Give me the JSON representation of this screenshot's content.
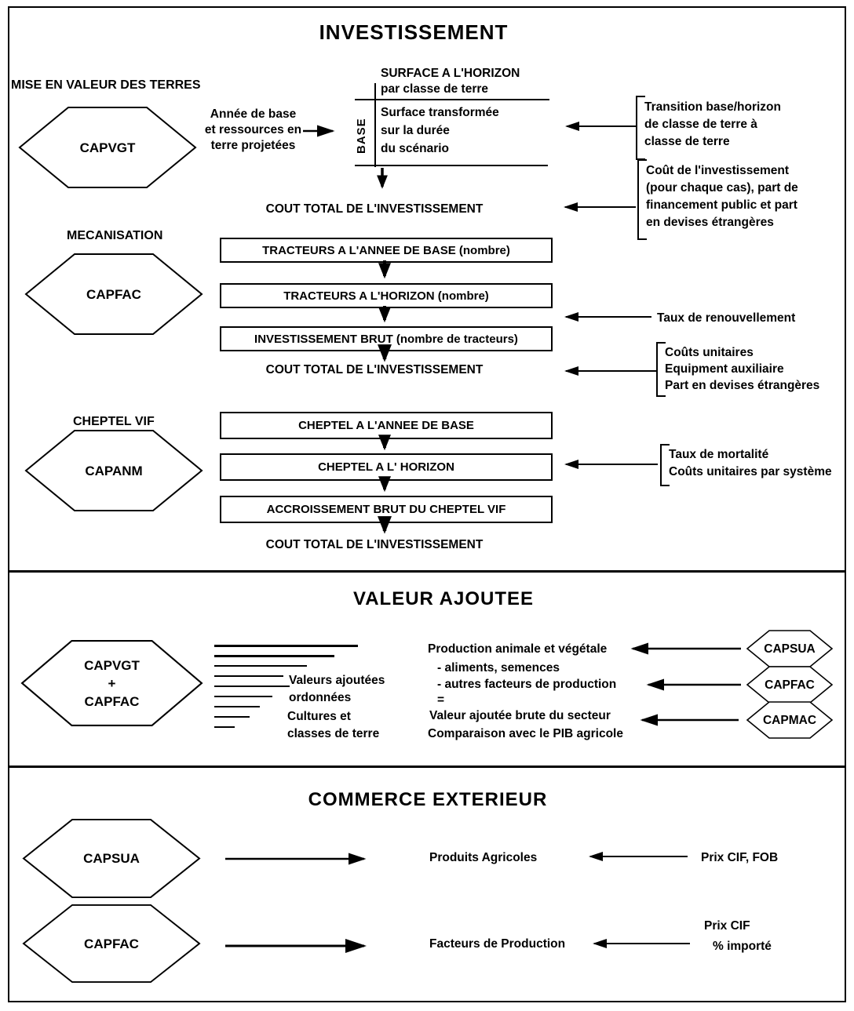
{
  "investissement": {
    "title": "INVESTISSEMENT",
    "mise_en_valeur": {
      "label": "MISE EN VALEUR DES TERRES",
      "hexagon": "CAPVGT",
      "note": "Année de base\net ressources en\nterre projetées",
      "base_axis": "BASE",
      "surface_title": "SURFACE A L'HORIZON",
      "surface_subtitle": "par classe de terre",
      "surface_body": "Surface transformée\nsur la durée\ndu scénario",
      "cout_total": "COUT TOTAL DE L'INVESTISSEMENT",
      "note_transition": "Transition base/horizon\nde classe de terre à\nclasse de terre",
      "note_cout": "Coût de l'investissement\n(pour chaque cas), part de\nfinancement public et part\nen devises étrangères"
    },
    "mecanisation": {
      "label": "MECANISATION",
      "hexagon": "CAPFAC",
      "boxes": [
        "TRACTEURS A L'ANNEE DE BASE (nombre)",
        "TRACTEURS A L'HORIZON (nombre)",
        "INVESTISSEMENT BRUT (nombre de tracteurs)"
      ],
      "cout_total": "COUT TOTAL DE L'INVESTISSEMENT",
      "note_taux": "Taux de renouvellement",
      "note_couts": "Coûts unitaires\nEquipment auxiliaire\nPart en devises étrangères"
    },
    "cheptel": {
      "label": "CHEPTEL VIF",
      "hexagon": "CAPANM",
      "boxes": [
        "CHEPTEL A L'ANNEE DE BASE",
        "CHEPTEL A L' HORIZON",
        "ACCROISSEMENT BRUT DU CHEPTEL VIF"
      ],
      "cout_total": "COUT TOTAL DE L'INVESTISSEMENT",
      "note_taux": "Taux de mortalité\nCoûts unitaires par système"
    }
  },
  "valeur_ajoutee": {
    "title": "VALEUR AJOUTEE",
    "hexagon_left": "CAPVGT\n+\nCAPFAC",
    "note_valeurs": "Valeurs ajoutées\nordonnées",
    "note_cultures": "Cultures et\nclasses de terre",
    "production_lines": [
      "Production animale et végétale",
      "- aliments, semences",
      "- autres facteurs de production",
      "=",
      "Valeur ajoutée brute du secteur",
      "Comparaison avec le PIB agricole"
    ],
    "hexagons_right": [
      "CAPSUA",
      "CAPFAC",
      "CAPMAC"
    ]
  },
  "commerce": {
    "title": "COMMERCE EXTERIEUR",
    "hexagons": [
      "CAPSUA",
      "CAPFAC"
    ],
    "label_produits": "Produits Agricoles",
    "note_produits": "Prix CIF, FOB",
    "label_facteurs": "Facteurs de Production",
    "note_prix_cif": "Prix CIF",
    "note_importe": "% importé"
  }
}
